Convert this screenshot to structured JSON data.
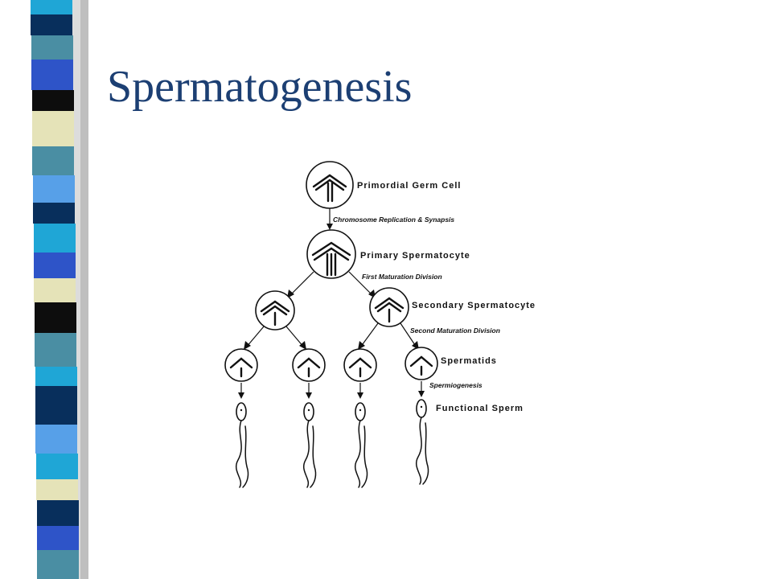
{
  "slide": {
    "title": "Spermatogenesis",
    "stripe_colors": [
      "#1fa6d6",
      "#082f5c",
      "#4a8ea3",
      "#e5e3b8",
      "#2e54c8",
      "#57a0e8",
      "#0d0d0d"
    ]
  },
  "diagram": {
    "stages": [
      "Primordial Germ Cell",
      "Primary Spermatocyte",
      "Secondary Spermatocyte",
      "Spermatids",
      "Functional Sperm"
    ],
    "processes": [
      "Chromosome Replication & Synapsis",
      "First Maturation Division",
      "Second Maturation Division",
      "Spermiogenesis"
    ]
  }
}
